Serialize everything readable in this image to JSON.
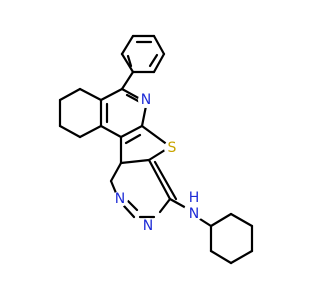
{
  "molecule": {
    "atoms": [
      {
        "id": "S1",
        "label": "S",
        "color": "#c8a400"
      },
      {
        "id": "N1",
        "label": "N",
        "color": "#1d2bd6"
      },
      {
        "id": "N2",
        "label": "N",
        "color": "#1d2bd6"
      },
      {
        "id": "N3",
        "label": "N",
        "color": "#1d2bd6"
      },
      {
        "id": "N4",
        "label": "N",
        "color": "#1d2bd6"
      },
      {
        "id": "H4",
        "label": "H",
        "color": "#1d2bd6"
      }
    ],
    "bond_color": "#000000"
  }
}
